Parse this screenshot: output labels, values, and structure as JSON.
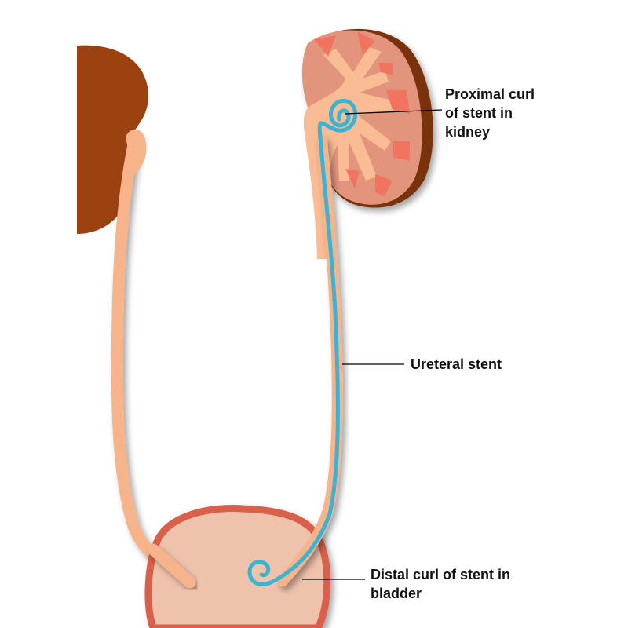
{
  "labels": {
    "proximal": [
      "Proximal curl",
      "of stent in",
      "kidney"
    ],
    "ureteral": "Ureteral stent",
    "distal": [
      "Distal curl of stent in",
      "bladder"
    ]
  },
  "colors": {
    "left_kidney": "#9c4210",
    "kidney_body": "#e2957c",
    "kidney_shadow": "#7a3008",
    "papilla": "#f07460",
    "pelvis": "#f9bc94",
    "ureter": "#f7b389",
    "stent": "#3ab4d4",
    "bladder_fill": "#efc2ac",
    "bladder_wall": "#d9604c"
  }
}
